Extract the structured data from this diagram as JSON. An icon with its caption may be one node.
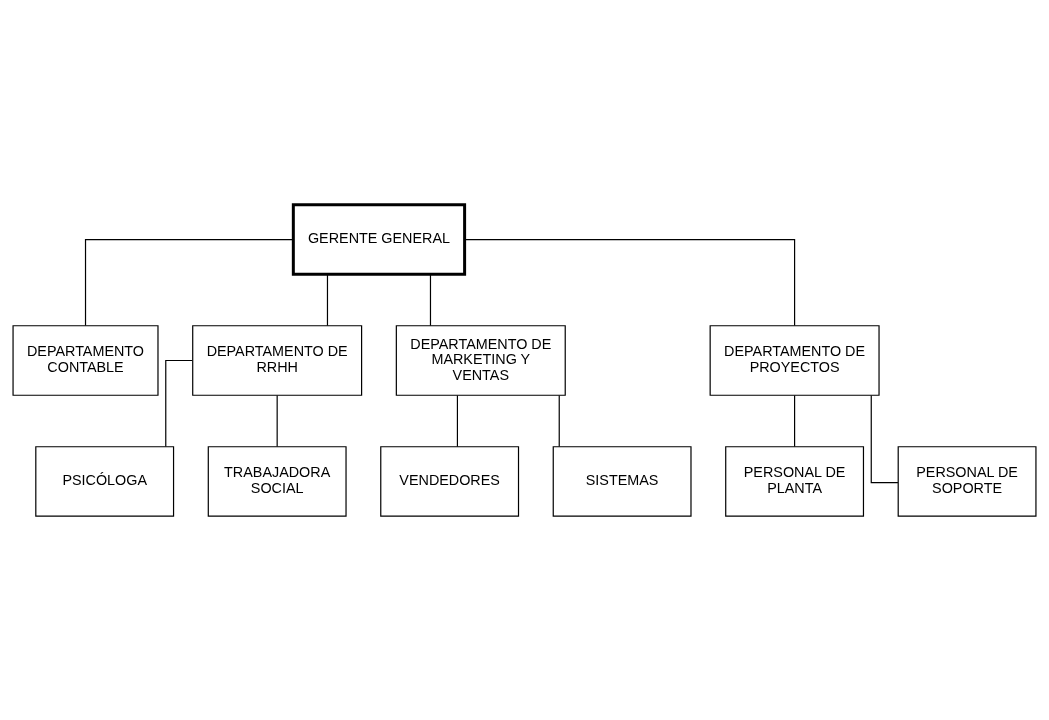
{
  "diagram": {
    "nodes": [
      {
        "text": [
          "GERENTE GENERAL"
        ]
      },
      {
        "text": [
          "DEPARTAMENTO CONTABLE"
        ]
      },
      {
        "text": [
          "DEPARTAMENTO DE RRHH"
        ]
      },
      {
        "text": [
          "DEPARTAMENTO DE MARKETING Y VENTAS"
        ]
      },
      {
        "text": [
          "DEPARTAMENTO DE PROYECTOS"
        ]
      },
      {
        "text": [
          "PSICÓLOGA"
        ]
      },
      {
        "text": [
          "TRABAJADORA SOCIAL"
        ]
      },
      {
        "text": [
          "VENDEDORES"
        ]
      },
      {
        "text": [
          "SISTEMAS"
        ]
      },
      {
        "text": [
          "PERSONAL DE PLANTA"
        ]
      },
      {
        "text": [
          "PERSONAL DE SOPORTE"
        ]
      }
    ],
    "edges": [
      {
        "from": 0,
        "to": 1,
        "arrow": "none"
      },
      {
        "from": 0,
        "to": 2,
        "arrow": "none"
      },
      {
        "from": 0,
        "to": 3,
        "arrow": "none"
      },
      {
        "from": 0,
        "to": 4,
        "arrow": "none"
      },
      {
        "from": 2,
        "to": 5,
        "arrow": "none"
      },
      {
        "from": 2,
        "to": 6,
        "arrow": "none"
      },
      {
        "from": 3,
        "to": 7,
        "arrow": "none"
      },
      {
        "from": 3,
        "to": 8,
        "arrow": "none"
      },
      {
        "from": 4,
        "to": 9,
        "arrow": "none"
      },
      {
        "from": 4,
        "to": 10,
        "arrow": "none"
      }
    ]
  }
}
